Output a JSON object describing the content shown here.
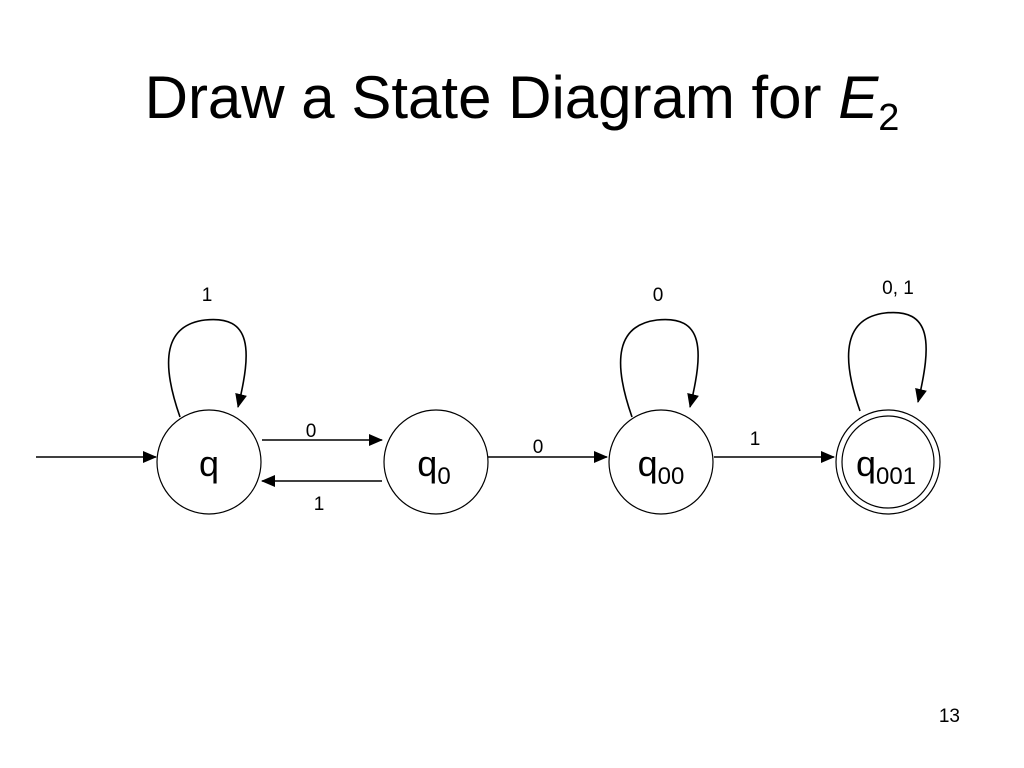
{
  "title": {
    "text": "Draw a State Diagram for ",
    "variable": "E",
    "subscript": "2"
  },
  "states": [
    {
      "id": "q",
      "base": "q",
      "sub": "",
      "start": true,
      "accept": false
    },
    {
      "id": "q0",
      "base": "q",
      "sub": "0",
      "start": false,
      "accept": false
    },
    {
      "id": "q00",
      "base": "q",
      "sub": "00",
      "start": false,
      "accept": false
    },
    {
      "id": "q001",
      "base": "q",
      "sub": "001",
      "start": false,
      "accept": true
    }
  ],
  "transitions": [
    {
      "from": "q",
      "to": "q",
      "label": "1"
    },
    {
      "from": "q",
      "to": "q0",
      "label": "0"
    },
    {
      "from": "q0",
      "to": "q",
      "label": "1"
    },
    {
      "from": "q0",
      "to": "q00",
      "label": "0"
    },
    {
      "from": "q00",
      "to": "q00",
      "label": "0"
    },
    {
      "from": "q00",
      "to": "q001",
      "label": "1"
    },
    {
      "from": "q001",
      "to": "q001",
      "label": "0, 1"
    }
  ],
  "page_number": "13",
  "colors": {
    "stroke": "#000000",
    "background": "#ffffff"
  }
}
